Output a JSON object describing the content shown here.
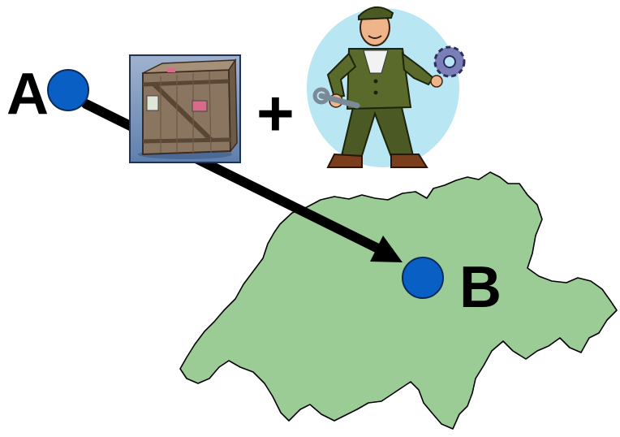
{
  "points": {
    "origin_label": "A",
    "destination_label": "B"
  },
  "operator": "+",
  "images": {
    "crate": "wooden-shipping-crate",
    "worker": "mechanic-with-wrench-and-gear",
    "map": "switzerland-outline-map"
  },
  "colors": {
    "point_fill": "#0a5fc4",
    "map_fill": "#9ccc96",
    "arrow": "#000000",
    "worker_bg": "#b9e6f3"
  }
}
